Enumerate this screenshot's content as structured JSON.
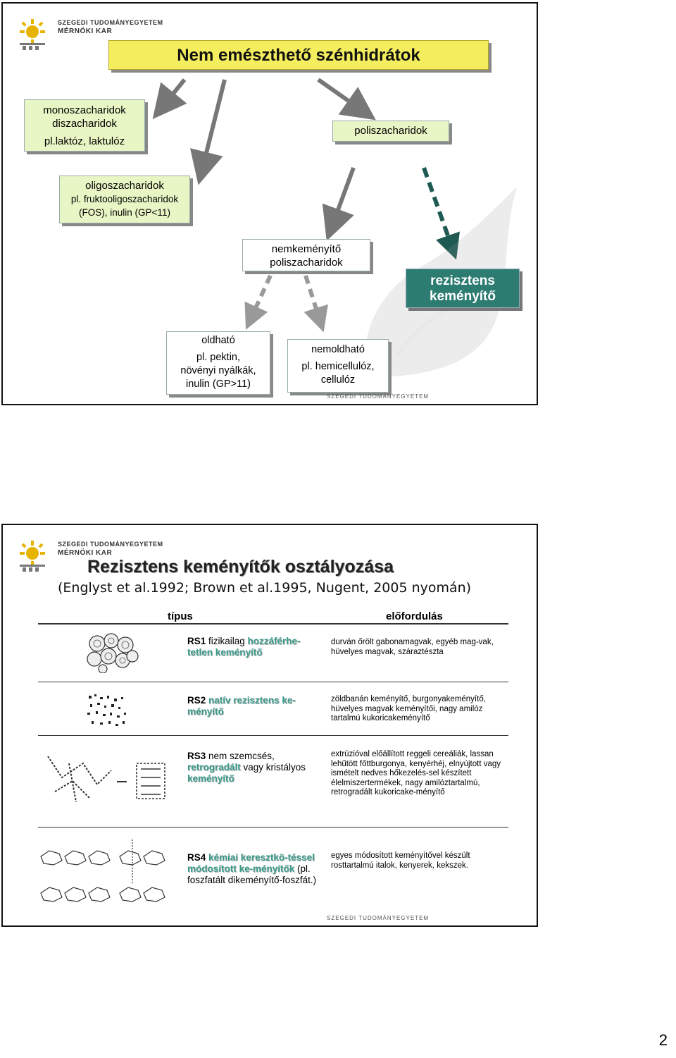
{
  "slide1": {
    "university": "SZEGEDI TUDOMÁNYEGYETEM",
    "faculty": "MÉRNÖKI KAR",
    "title": "Nem emészthető szénhidrátok",
    "mono": {
      "l1": "monoszacharidok",
      "l2": "diszacharidok",
      "l3": "pl.laktóz, laktulóz"
    },
    "poly": "poliszacharidok",
    "oligo": {
      "l1": "oligoszacharidok",
      "l2": "pl. fruktooligoszacharidok",
      "l3": "(FOS), inulin (GP<11)"
    },
    "nonstarch": {
      "l1": "nemkeményítő",
      "l2": "poliszacharidok"
    },
    "resistant": {
      "l1": "rezisztens",
      "l2": "keményítő"
    },
    "soluble": {
      "head": "oldható",
      "l1": "pl. pektin,",
      "l2": "növényi nyálkák,",
      "l3": "inulin (GP>11)"
    },
    "insoluble": {
      "head": "nemoldható",
      "l1": "pl. hemicellulóz,",
      "l2": "cellulóz"
    },
    "watermark": "SZEGEDI TUDOMÁNYEGYETEM"
  },
  "slide2": {
    "university": "SZEGEDI TUDOMÁNYEGYETEM",
    "faculty": "MÉRNÖKI KAR",
    "title": "Rezisztens keményítők osztályozása",
    "subtitle": "(Englyst et al.1992; Brown et al.1995, Nugent, 2005 nyomán)",
    "col_type": "típus",
    "col_occurrence": "előfordulás",
    "rows": [
      {
        "code": "RS1",
        "pre": " fizikailag ",
        "teal": "hozzáférhe-tetlen keményítő",
        "post": "",
        "occ": "durván őrölt gabonamagvak, egyéb mag-vak, hüvelyes magvak, száraztészta"
      },
      {
        "code": "RS2",
        "pre": " ",
        "teal": "natív rezisztens ke-ményítő",
        "post": "",
        "occ": "zöldbanán keményítő, burgonyakeményítő, hüvelyes magvak keményítői, nagy amilóz tartalmú kukoricakeményítő"
      },
      {
        "code": "RS3",
        "pre": " nem szemcsés, ",
        "teal": "retrogradált",
        "post": " vagy kristályos ",
        "teal2": "keményítő",
        "occ": "extrúzióval előállított reggeli cereáliák, lassan lehűtött főttburgonya, kenyérhéj, elnyújtott vagy ismételt nedves hőkezelés-sel készített élelmiszertermékek, nagy amilóztartalmú, retrogradált kukoricake-ményítő"
      },
      {
        "code": "RS4",
        "pre": " ",
        "teal": "kémiai keresztkö-téssel módosított ke-ményítők",
        "post": " (pl. foszfatált dikeményítő-foszfát.)",
        "occ": "egyes módosított keményítővel készült rosttartalmú italok, kenyerek, kekszek."
      }
    ],
    "watermark": "SZEGEDI TUDOMÁNYEGYETEM"
  },
  "page_number": "2"
}
